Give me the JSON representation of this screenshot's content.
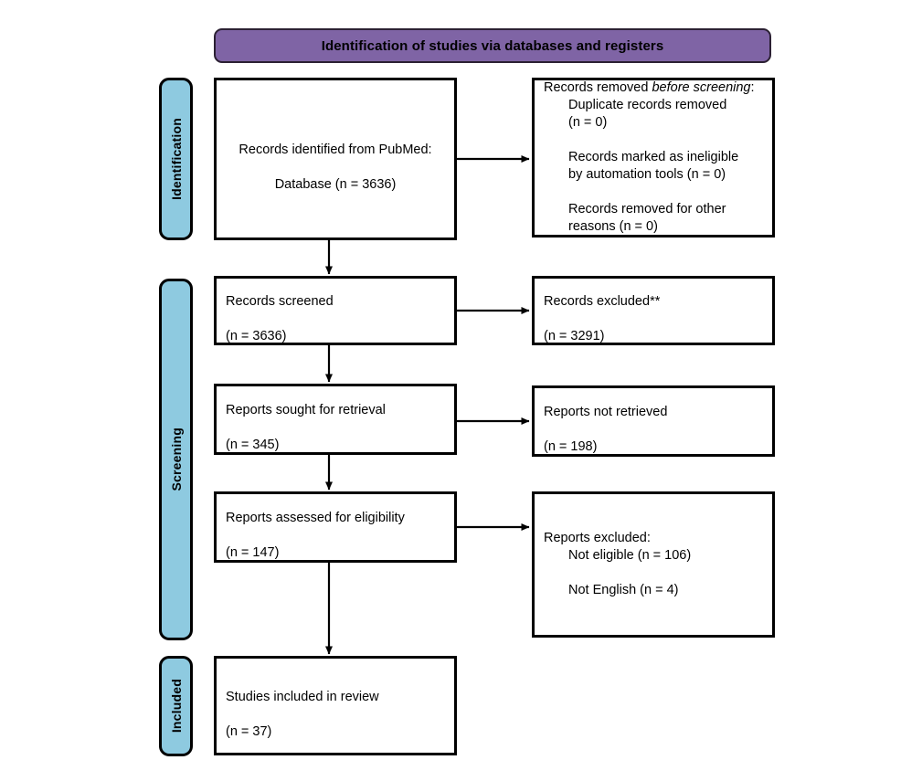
{
  "diagram": {
    "type": "prisma-flow-diagram",
    "header": {
      "title": "Identification of studies via databases and registers",
      "color": "#7f64a5"
    },
    "stage_color": "#8ecae0",
    "stages": [
      {
        "id": "identification",
        "label": "Identification"
      },
      {
        "id": "screening",
        "label": "Screening"
      },
      {
        "id": "included",
        "label": "Included"
      }
    ],
    "boxes": {
      "identified": {
        "line1": "Records identified from PubMed:",
        "line2": "Database (n = 3636)"
      },
      "removed": {
        "heading_prefix": "Records removed ",
        "heading_italic": "before screening",
        "heading_suffix": ":",
        "items": [
          "Duplicate records removed\n(n = 0)",
          "Records marked as ineligible\nby automation tools (n = 0)",
          "Records removed for other\nreasons (n = 0)"
        ]
      },
      "screened": {
        "line1": "Records screened",
        "line2": "(n = 3636)"
      },
      "records_excluded": {
        "line1": "Records excluded**",
        "line2": "(n = 3291)"
      },
      "sought": {
        "line1": "Reports sought for retrieval",
        "line2": "(n = 345)"
      },
      "not_retrieved": {
        "line1": "Reports not retrieved",
        "line2": "(n = 198)"
      },
      "assessed": {
        "line1": "Reports assessed for eligibility",
        "line2": "(n = 147)"
      },
      "reports_excluded": {
        "heading": "Reports excluded:",
        "items": [
          "Not eligible (n = 106)",
          "Not English (n = 4)"
        ]
      },
      "included": {
        "line1": "Studies included in review",
        "line2": "(n = 37)"
      }
    },
    "counts": {
      "records_identified": 3636,
      "duplicate_records_removed": 0,
      "marked_ineligible_automation": 0,
      "removed_other_reasons": 0,
      "records_screened": 3636,
      "records_excluded": 3291,
      "reports_sought": 345,
      "reports_not_retrieved": 198,
      "reports_assessed": 147,
      "reports_excluded_not_eligible": 106,
      "reports_excluded_not_english": 4,
      "studies_included": 37
    }
  }
}
